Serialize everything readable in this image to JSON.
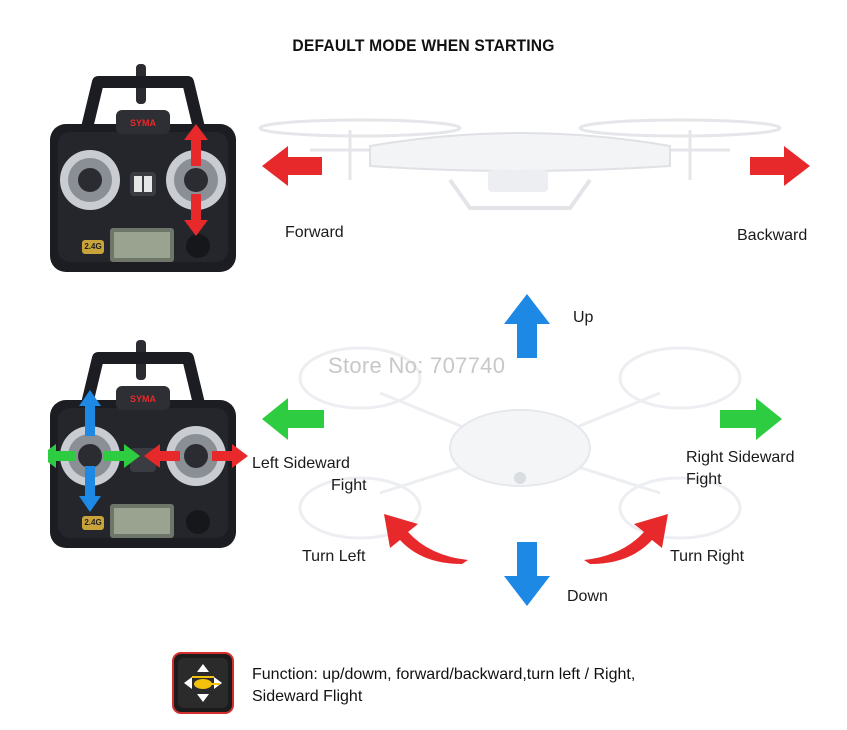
{
  "title": "DEFAULT MODE WHEN STARTING",
  "remote_brand": "SYMA",
  "remote_badge": "2.4G",
  "labels": {
    "forward": "Forward",
    "backward": "Backward",
    "up": "Up",
    "down": "Down",
    "left_sideward_1": "Left Sideward",
    "left_sideward_2": "Fight",
    "right_sideward_1": "Right Sideward",
    "right_sideward_2": "Fight",
    "turn_left": "Turn Left",
    "turn_right": "Turn Right"
  },
  "watermark": "Store No: 707740",
  "function_text_1": "Function: up/dowm, forward/backward,turn left / Right,",
  "function_text_2": "Sideward Flight",
  "colors": {
    "red_arrow": "#e8292b",
    "blue_arrow": "#1e88e5",
    "green_arrow": "#2ecc40",
    "remote_body": "#1b1d22"
  }
}
